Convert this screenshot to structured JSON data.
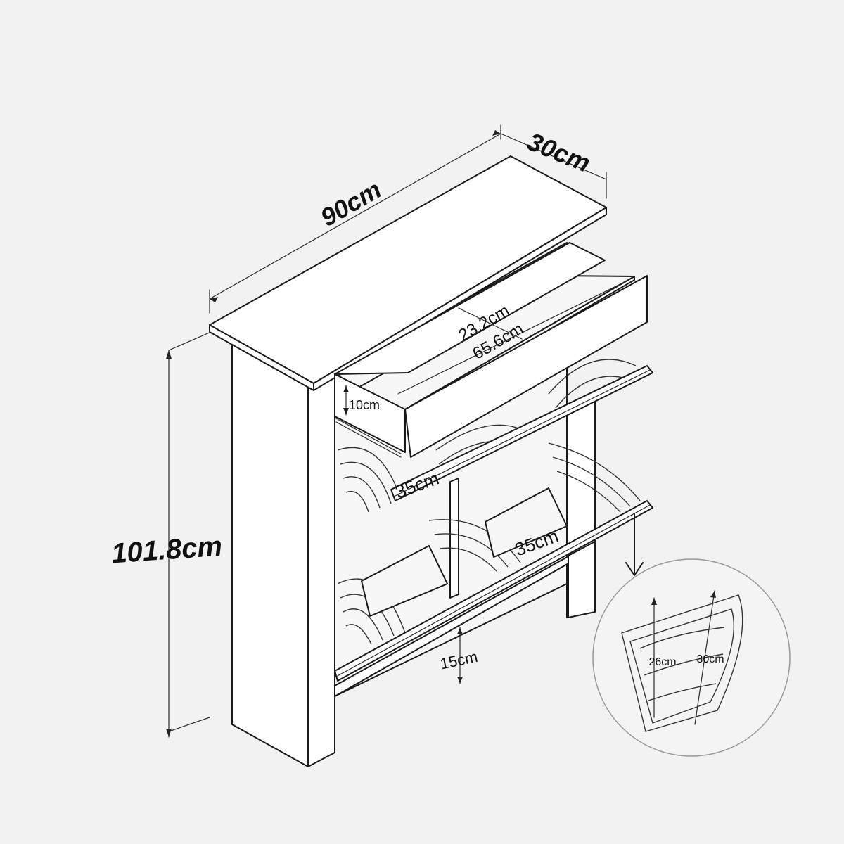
{
  "dimensions": {
    "width": "90cm",
    "depth": "30cm",
    "height": "101.8cm",
    "drawer_depth": "23.2cm",
    "drawer_width": "65.6cm",
    "drawer_height": "10cm",
    "compartment_upper": "35cm",
    "compartment_lower": "35cm",
    "gap_bottom": "15cm"
  },
  "detail": {
    "rack_height": "26cm",
    "rack_length": "30cm"
  }
}
